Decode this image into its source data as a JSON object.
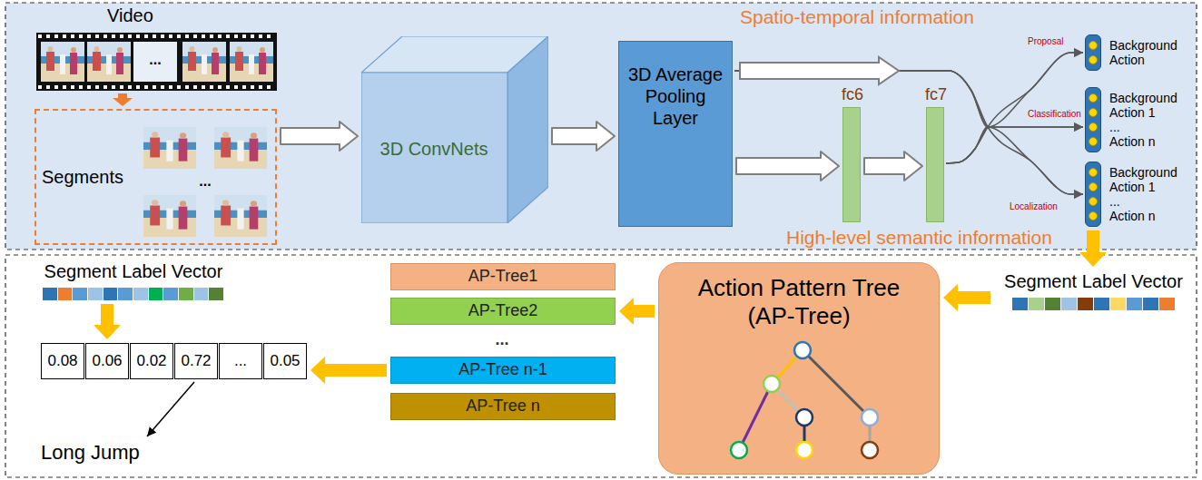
{
  "diagram": {
    "nodes": [
      {
        "text": [
          "Video",
          "..."
        ]
      },
      {
        "text": [
          "Segments",
          "..."
        ]
      },
      {
        "text": [
          "3D ConvNets"
        ]
      },
      {
        "text": [
          "3D Average Pooling Layer"
        ]
      },
      {
        "text": [
          "fc6"
        ]
      },
      {
        "text": [
          "fc7"
        ]
      },
      {
        "text": [
          "Background",
          "Action"
        ]
      },
      {
        "text": [
          "Background",
          "Action 1",
          "...",
          "Action n"
        ]
      },
      {
        "text": [
          "Background",
          "Action 1",
          "...",
          "Action n"
        ]
      },
      {
        "text": [
          "Segment Label Vector"
        ]
      },
      {
        "text": [
          "0.08"
        ]
      },
      {
        "text": [
          "0.06"
        ]
      },
      {
        "text": [
          "0.02"
        ]
      },
      {
        "text": [
          "0.72"
        ]
      },
      {
        "text": [
          "..."
        ]
      },
      {
        "text": [
          "0.05"
        ]
      },
      {
        "text": [
          "AP-Tree1"
        ]
      },
      {
        "text": [
          "AP-Tree2"
        ]
      },
      {
        "text": [
          "AP-Tree n-1"
        ]
      },
      {
        "text": [
          "AP-Tree n"
        ]
      },
      {
        "text": [
          "Action Pattern Tree (AP-Tree)"
        ]
      },
      {
        "text": [
          "Segment Label Vector"
        ]
      }
    ],
    "edges": [
      {
        "from": 0,
        "to": 1,
        "arrow": "to"
      },
      {
        "from": 1,
        "to": 2,
        "arrow": "to"
      },
      {
        "from": 2,
        "to": 3,
        "arrow": "to"
      },
      {
        "from": 3,
        "to": 4,
        "arrow": "to"
      },
      {
        "from": 4,
        "to": 5,
        "arrow": "to"
      },
      {
        "from": 3,
        "to": 6,
        "arrow": "to"
      },
      {
        "from": 3,
        "to": 7,
        "arrow": "to"
      },
      {
        "from": 3,
        "to": 8,
        "arrow": "to"
      },
      {
        "from": 5,
        "to": 6,
        "arrow": "to",
        "label": "Proposal"
      },
      {
        "from": 5,
        "to": 7,
        "arrow": "to",
        "label": "Classification"
      },
      {
        "from": 5,
        "to": 8,
        "arrow": "to",
        "label": "Localization"
      },
      {
        "from": 8,
        "to": 21,
        "arrow": "to"
      },
      {
        "from": 21,
        "to": 20,
        "arrow": "to"
      },
      {
        "from": 20,
        "to": 17,
        "arrow": "to"
      },
      {
        "from": 18,
        "to": 15,
        "arrow": "to"
      },
      {
        "from": 9,
        "to": 11,
        "arrow": "to"
      }
    ],
    "labels": [
      "Spatio-temporal information",
      "High-level semantic information",
      "...",
      "Long Jump"
    ]
  }
}
